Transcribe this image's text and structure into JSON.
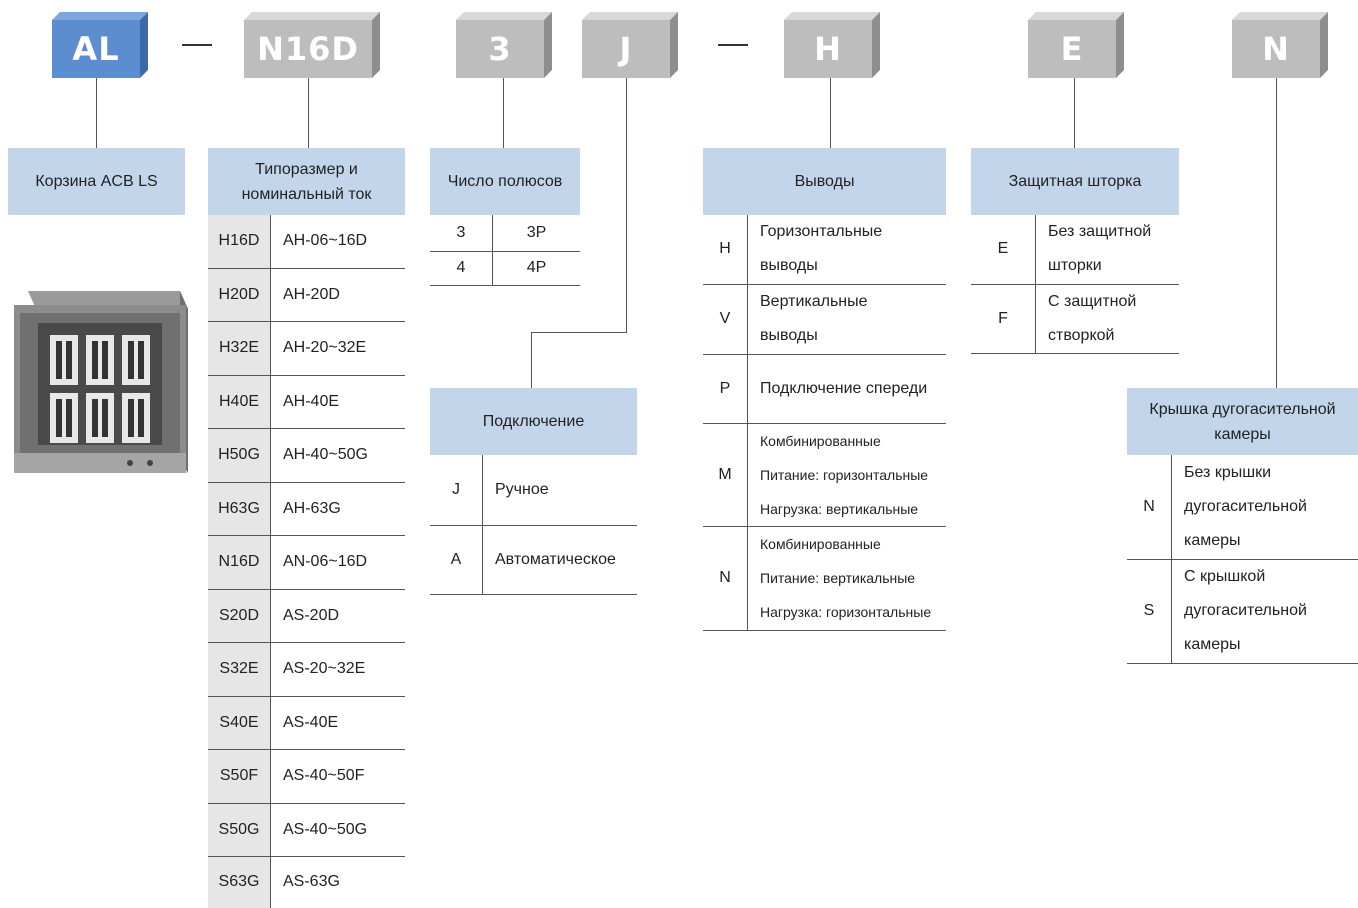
{
  "colors": {
    "code_blue": "#5b8dd0",
    "code_gray": "#bdbdbd",
    "header_bg": "#c3d5eb",
    "code_cell_bg": "#e6e6e6"
  },
  "codes": {
    "al": "AL",
    "size": "N16D",
    "poles": "3",
    "connection": "J",
    "terminals": "H",
    "shutter": "E",
    "cover": "N"
  },
  "base": {
    "header": "Корзина ACB LS",
    "image_icon": "acb-cradle-photo"
  },
  "size_table": {
    "header": "Типоразмер и номинальный ток",
    "rows": [
      {
        "code": "H16D",
        "desc": "AH-06~16D"
      },
      {
        "code": "H20D",
        "desc": "AH-20D"
      },
      {
        "code": "H32E",
        "desc": "AH-20~32E"
      },
      {
        "code": "H40E",
        "desc": "AH-40E"
      },
      {
        "code": "H50G",
        "desc": "AH-40~50G"
      },
      {
        "code": "H63G",
        "desc": "AH-63G"
      },
      {
        "code": "N16D",
        "desc": "AN-06~16D"
      },
      {
        "code": "S20D",
        "desc": "AS-20D"
      },
      {
        "code": "S32E",
        "desc": "AS-20~32E"
      },
      {
        "code": "S40E",
        "desc": "AS-40E"
      },
      {
        "code": "S50F",
        "desc": "AS-40~50F"
      },
      {
        "code": "S50G",
        "desc": "AS-40~50G"
      },
      {
        "code": "S63G",
        "desc": "AS-63G"
      }
    ]
  },
  "poles_table": {
    "header": "Число полюсов",
    "rows": [
      {
        "code": "3",
        "desc": "3P"
      },
      {
        "code": "4",
        "desc": "4P"
      }
    ]
  },
  "connection_table": {
    "header": "Подключение",
    "rows": [
      {
        "code": "J",
        "desc": "Ручное"
      },
      {
        "code": "A",
        "desc": "Автоматическое"
      }
    ]
  },
  "terminals_table": {
    "header": "Выводы",
    "rows": [
      {
        "code": "H",
        "line1": "Горизонтальные",
        "line2": "выводы"
      },
      {
        "code": "V",
        "line1": "Вертикальные",
        "line2": "выводы"
      },
      {
        "code": "P",
        "line1": "Подключение спереди"
      },
      {
        "code": "M",
        "line1": "Комбинированные",
        "line2": "Питание: горизонтальные",
        "line3": "Нагрузка: вертикальные"
      },
      {
        "code": "N",
        "line1": "Комбинированные",
        "line2": "Питание: вертикальные",
        "line3": "Нагрузка: горизонтальные"
      }
    ]
  },
  "shutter_table": {
    "header": "Защитная шторка",
    "rows": [
      {
        "code": "E",
        "line1": "Без защитной",
        "line2": "шторки"
      },
      {
        "code": "F",
        "line1": "С защитной",
        "line2": "створкой"
      }
    ]
  },
  "cover_table": {
    "header_line1": "Крышка дугогасительной",
    "header_line2": "камеры",
    "rows": [
      {
        "code": "N",
        "line1": "Без крышки",
        "line2": "дугогасительной",
        "line3": "камеры"
      },
      {
        "code": "S",
        "line1": "С крышкой",
        "line2": "дугогасительной",
        "line3": "камеры"
      }
    ]
  }
}
